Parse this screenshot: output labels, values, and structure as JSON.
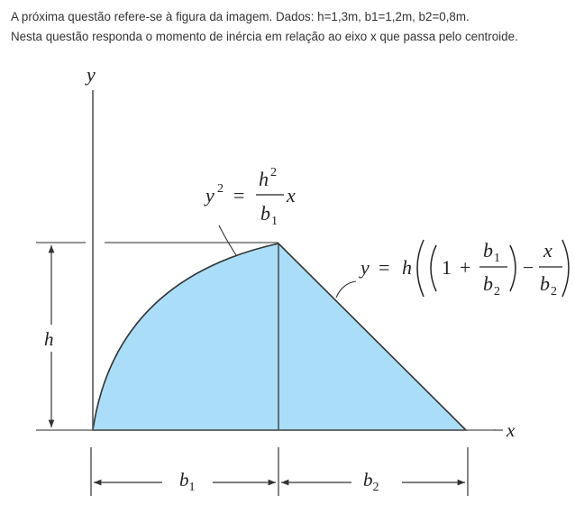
{
  "question": {
    "line1": "A próxima questão refere-se à figura da imagem. Dados: h=1,3m, b1=1,2m, b2=0,8m.",
    "line2": "Nesta questão responda o momento de inércia em relação ao eixo x que passa pelo centroide."
  },
  "figure": {
    "axis_y_label": "y",
    "axis_x_label": "x",
    "height_label": "h",
    "b1_base": "b",
    "b1_sub": "1",
    "b2_base": "b",
    "b2_sub": "2",
    "eq1": {
      "lhs": "y",
      "lhs_sup": "2",
      "equals": "=",
      "num": "h",
      "num_sup": "2",
      "den": "b",
      "den_sub": "1",
      "var": "x"
    },
    "eq2": {
      "lhs": "y",
      "equals": "=",
      "h": "h",
      "one": "1",
      "plus": "+",
      "minus": "−",
      "f1_num": "b",
      "f1_num_sub": "1",
      "f1_den": "b",
      "f1_den_sub": "2",
      "f2_num": "x",
      "f2_den": "b",
      "f2_den_sub": "2"
    },
    "colors": {
      "fill": "#aadef8",
      "line": "#333333",
      "guide": "#555555"
    }
  }
}
